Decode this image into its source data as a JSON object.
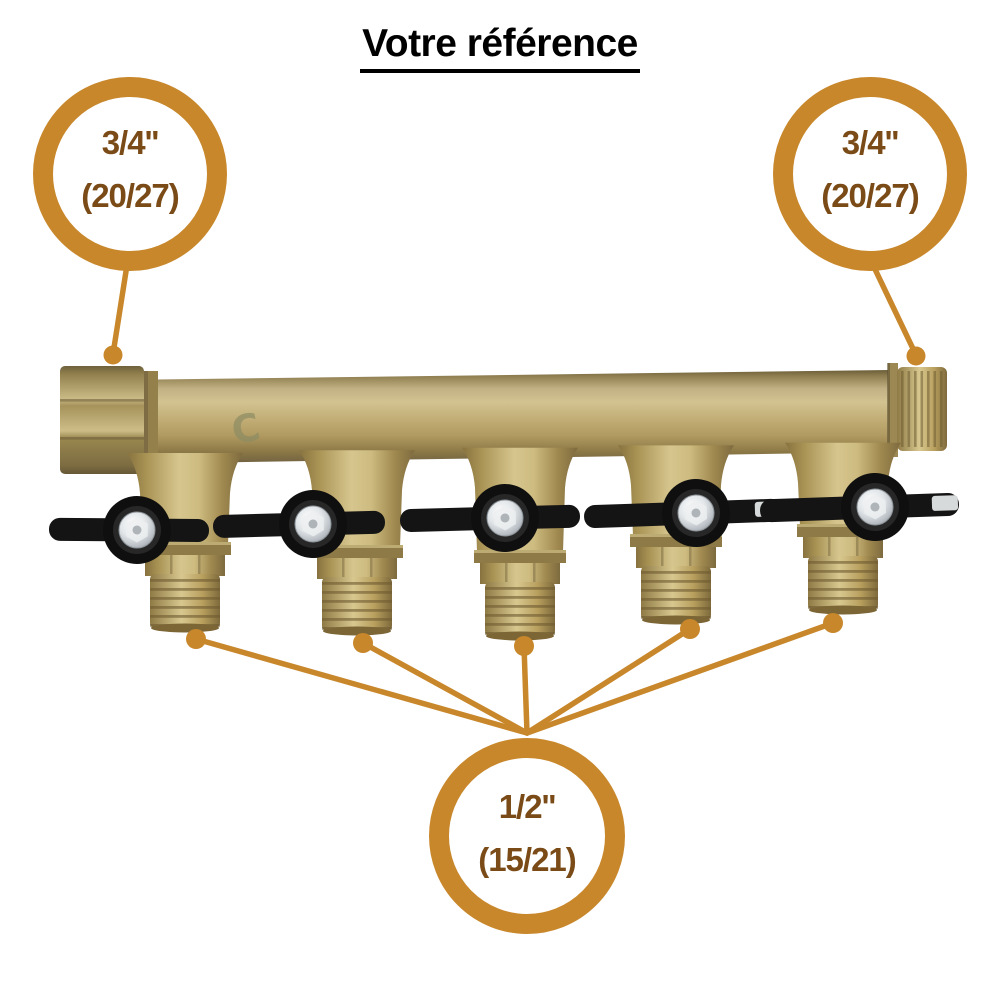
{
  "title": {
    "text": "Votre référence"
  },
  "colors": {
    "accent": "#C8872B",
    "callout_text": "#7A4B17",
    "title_text": "#000000"
  },
  "callouts": {
    "top_left": {
      "size": "3/4''",
      "dn": "(20/27)"
    },
    "top_right": {
      "size": "3/4''",
      "dn": "(20/27)"
    },
    "bottom": {
      "size": "1/2''",
      "dn": "(15/21)"
    }
  },
  "product": {
    "marking": "C",
    "valve_count": 5
  }
}
